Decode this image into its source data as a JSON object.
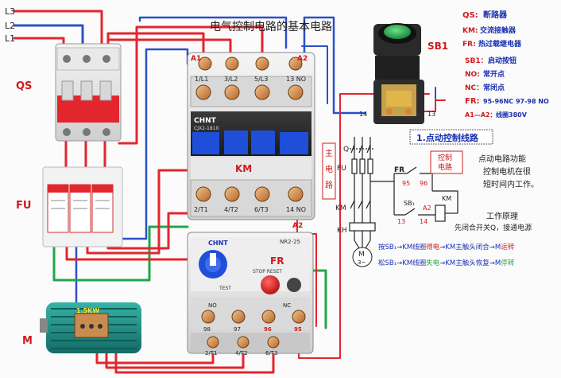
{
  "title": "电气控制电路的基本电路",
  "phases": {
    "l3": "L3",
    "l2": "L2",
    "l1": "L1"
  },
  "labels": {
    "qs": "QS",
    "fu": "FU",
    "km": "KM",
    "sb1": "SB1",
    "fr": "FR",
    "motor": "M"
  },
  "legend": {
    "qs": {
      "key": "QS:",
      "text": "断路器"
    },
    "km": {
      "key": "KM:",
      "text": "交流接触器"
    },
    "fr": {
      "key": "FR:",
      "text": "热过载继电器"
    },
    "sb1": {
      "key": "SB1：",
      "text": "启动按钮"
    },
    "no": {
      "key": "NO:",
      "text": "常开点"
    },
    "nc": {
      "key": "NC：",
      "text": "常闭点"
    },
    "fr_contacts": {
      "key": "FR:",
      "text": "95-96NC  97-98 NO"
    },
    "coil": {
      "key": "A1—A2：",
      "text": "线圈380V"
    }
  },
  "contactor": {
    "brand": "CHNT",
    "model": "CJX2-1810",
    "a1": "A1",
    "a2": "A2",
    "top_terminals": [
      "1/L1",
      "3/L2",
      "5/L3",
      "13 NO"
    ],
    "bottom_terminals": [
      "2/T1",
      "4/T2",
      "6/T3",
      "14 NO"
    ],
    "a2_lower": "A2"
  },
  "relay": {
    "brand": "CHNT",
    "model": "NR2-25",
    "fr": "FR",
    "stop_reset": "STOP RESET",
    "test": "TEST",
    "no": "NO",
    "nc": "NC",
    "t95": "95",
    "t96": "96",
    "t97": "97",
    "t98": "98",
    "bottom_terminals": [
      "2/T1",
      "4/T2",
      "6/T3"
    ]
  },
  "button": {
    "t14": "14",
    "t13": "13"
  },
  "motor": {
    "rating": "1.5KW"
  },
  "schematic": {
    "section_title": "1.点动控制线路",
    "main_circuit": "主电路",
    "control_circuit": "控制电路",
    "q": "Q",
    "fu": "FU",
    "km": "KM",
    "kh": "KH",
    "fr": "FR",
    "n95": "95",
    "n96": "96",
    "sb1": "SB₁",
    "n13": "13",
    "n14": "14",
    "a2": "A2",
    "km_coil": "KM",
    "motor": "M",
    "motor_sub": "3~",
    "function_title": "点动电路功能",
    "function_lines": [
      "控制电机在很",
      "短时间内工作。"
    ],
    "principle_title": "工作原理",
    "principle_line": "先闭合开关Q，接通电源",
    "press": {
      "a": "按SB₁→KM线圈",
      "b": "得电",
      "c": "→KM主触头闭合→M",
      "d": "运转"
    },
    "release": {
      "a": "松SB₁→KM线圈",
      "b": "失电",
      "c": "→KM主触头恢复→M",
      "d": "停转"
    }
  },
  "colors": {
    "wire_red": "#e3262e",
    "wire_blue": "#2b50c8",
    "wire_green": "#1fa64a",
    "legend_red": "#d11a1a",
    "legend_blue": "#1a2fb0",
    "motor_green": "#1f8f86",
    "coil_blue": "#1f4fd8"
  }
}
